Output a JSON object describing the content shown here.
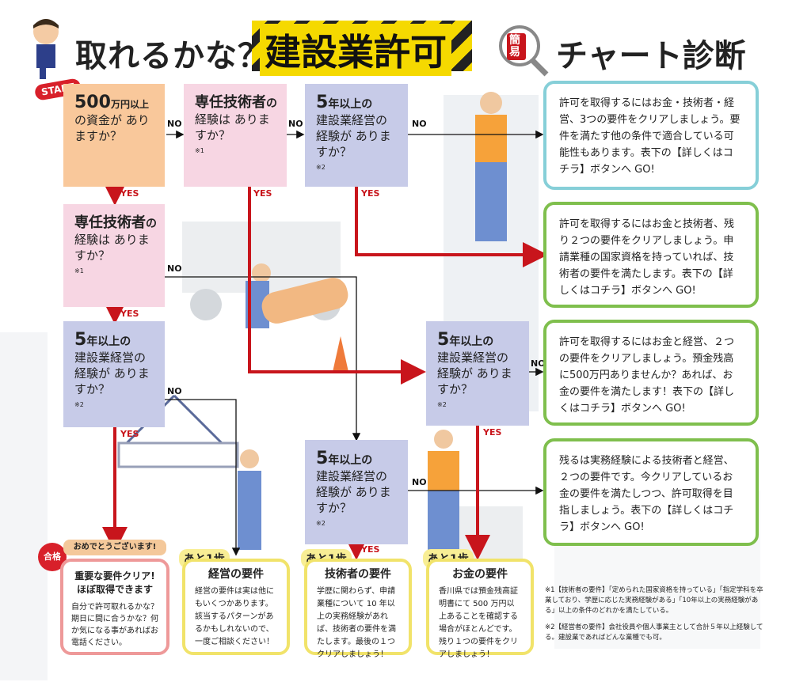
{
  "header": {
    "title_pre": "取れるかな？",
    "title_highlight": "建設業許可",
    "magnifier_text": "簡易",
    "title_post": "チャート診断"
  },
  "start_label": "START",
  "questions": {
    "money": {
      "main": "500",
      "main_small": "万円以上",
      "rest": "の資金が ありますか？"
    },
    "gijutsu_top": {
      "main": "専任技術者",
      "suffix": "の",
      "rest": "経験は ありますか？",
      "note": "※1"
    },
    "keiei_top": {
      "main": "5",
      "main_small": "年以上の",
      "rest": "建設業経営の 経験が ありますか？",
      "note": "※2"
    },
    "gijutsu_left": {
      "main": "専任技術者",
      "suffix": "の",
      "rest": "経験は ありますか？",
      "note": "※1"
    },
    "keiei_left": {
      "main": "5",
      "main_small": "年以上の",
      "rest": "建設業経営の 経験が ありますか？",
      "note": "※2"
    },
    "keiei_mid": {
      "main": "5",
      "main_small": "年以上の",
      "rest": "建設業経営の 経験が ありますか？",
      "note": "※2"
    },
    "keiei_bottom": {
      "main": "5",
      "main_small": "年以上の",
      "rest": "建設業経営の 経験が ありますか？",
      "note": "※2"
    }
  },
  "labels": {
    "yes": "YES",
    "no": "NO"
  },
  "results": [
    {
      "text": "許可を取得するにはお金・技術者・経営、3つの要件をクリアしましょう。要件を満たす他の条件で適合している可能性もあります。表下の【詳しくはコチラ】ボタンへ GO!"
    },
    {
      "text": "許可を取得するにはお金と技術者、残り２つの要件をクリアしましょう。申請業種の国家資格を持っていれば、技術者の要件を満たします。表下の【詳しくはコチラ】ボタンへ GO!"
    },
    {
      "text": "許可を取得するにはお金と経営、２つの要件をクリアしましょう。預金残高に500万円ありませんか？あれば、お金の要件を満たします！表下の【詳しくはコチラ】ボタンへ GO!"
    },
    {
      "text": "残るは実務経験による技術者と経営、２つの要件です。今クリアしているお金の要件を満たしつつ、許可取得を目指しましょう。表下の【詳しくはコチラ】ボタンへ GO!"
    }
  ],
  "goal": {
    "badge": "合格",
    "banner": "おめでとうございます!",
    "title": "重要な要件クリア! ほぼ取得できます",
    "body": "自分で許可取れるかな？期日に間に合うかな？何か気になる事があればお電話ください。"
  },
  "steps": [
    {
      "ato": "あと1歩",
      "title": "経営の要件",
      "body": "経営の要件は実は他にもいくつかあります。該当するパターンがあるかもしれないので、一度ご相談ください！"
    },
    {
      "ato": "あと1歩",
      "title": "技術者の要件",
      "body": "学歴に関わらず、申請業種について 10 年以上の実務経験があれば、技術者の要件を満たします。最後の１つクリアしましょう！"
    },
    {
      "ato": "あと1歩",
      "title": "お金の要件",
      "body": "香川県では預金残高証明書にて 500 万円以上あることを確認する場合がほとんどです。残り１つの要件をクリアしましょう！"
    }
  ],
  "notes": {
    "n1": "※1【技術者の要件】「定められた国家資格を持っている」「指定学科を卒業しており、学歴に応じた実務経験がある」「10年以上の実務経験がある」以上の条件のどれかを満たしている。",
    "n2": "※2【経営者の要件】会社役員や個人事業主として合計５年以上経験してる。建設業であればどんな業種でも可。"
  },
  "colors": {
    "yes_arrow": "#c8151c",
    "no_arrow": "#111111",
    "orange": "#f9c89b",
    "pink": "#f7d6e3",
    "blue": "#c7cbe8",
    "teal": "#86cfd8",
    "green": "#7fbf4d"
  }
}
